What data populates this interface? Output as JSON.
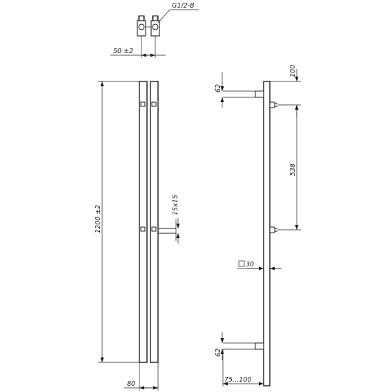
{
  "dimensions": {
    "thread": "G1/2-B",
    "connection_spacing": "50 ±2",
    "height": "1200 ±2",
    "depth": "80",
    "connector_profile": "15x15",
    "top_offset": "100",
    "upper_bracket": "62",
    "bracket_spacing": "538",
    "tube_section": "30",
    "lower_bracket": "62",
    "wall_distance": "75...100"
  },
  "colors": {
    "line": "#1a1a1a",
    "background": "#ffffff"
  }
}
